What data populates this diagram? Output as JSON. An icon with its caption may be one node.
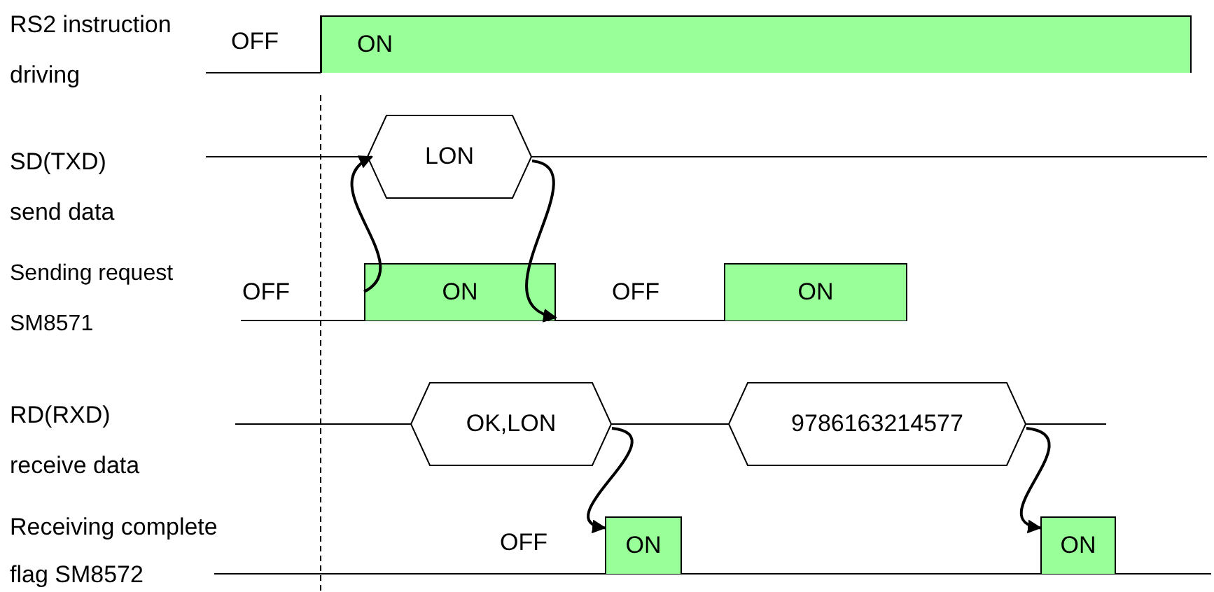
{
  "diagram": {
    "nodes": [
      {
        "text": [
          "ON"
        ]
      },
      {
        "text": [
          "LON"
        ]
      },
      {
        "text": [
          "ON"
        ]
      },
      {
        "text": [
          "ON"
        ]
      },
      {
        "text": [
          "OK,LON"
        ]
      },
      {
        "text": [
          "9786163214577"
        ]
      },
      {
        "text": [
          "ON"
        ]
      },
      {
        "text": [
          "ON"
        ]
      }
    ],
    "edges": [
      {
        "from": 2,
        "to": 1,
        "arrow": "to"
      },
      {
        "from": 1,
        "to": 2,
        "arrow": "to"
      },
      {
        "from": 4,
        "to": 6,
        "arrow": "to"
      },
      {
        "from": 5,
        "to": 7,
        "arrow": "to"
      }
    ],
    "labels": [
      "RS2 instruction driving",
      "OFF",
      "SD(TXD) send data",
      "Sending request SM8571",
      "OFF",
      "OFF",
      "RD(RXD) receive data",
      "Receiving complete flag SM8572",
      "OFF"
    ]
  }
}
